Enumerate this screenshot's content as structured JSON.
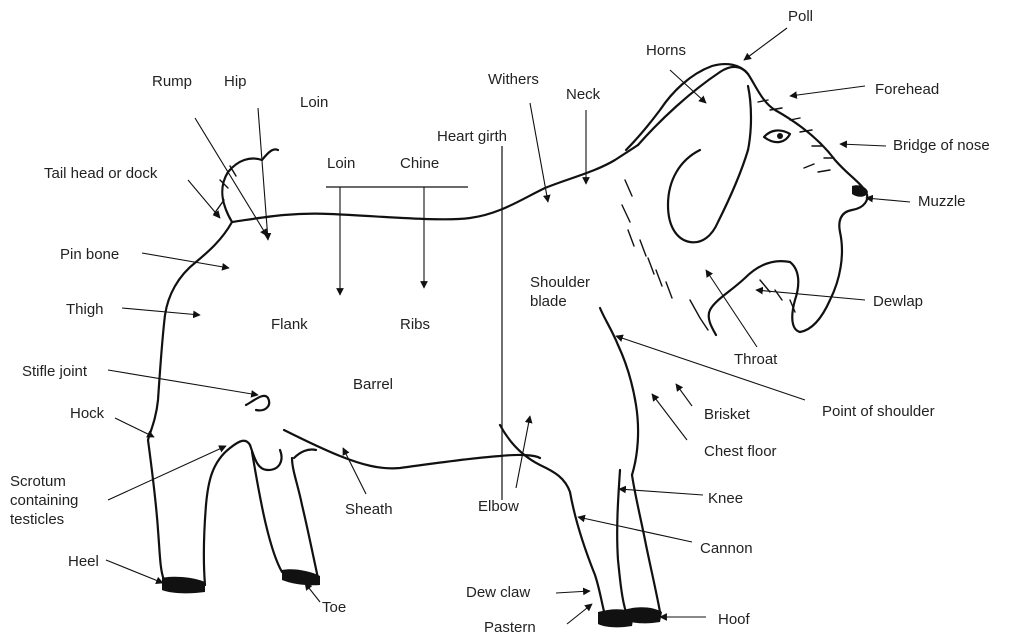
{
  "diagram": {
    "labels": {
      "poll": "Poll",
      "horns": "Horns",
      "forehead": "Forehead",
      "bridge_of_nose": "Bridge of nose",
      "muzzle": "Muzzle",
      "dewlap": "Dewlap",
      "throat": "Throat",
      "point_of_shoulder": "Point of shoulder",
      "brisket": "Brisket",
      "chest_floor": "Chest floor",
      "knee": "Knee",
      "cannon": "Cannon",
      "hoof": "Hoof",
      "pastern": "Pastern",
      "dew_claw": "Dew claw",
      "elbow": "Elbow",
      "sheath": "Sheath",
      "toe": "Toe",
      "heel": "Heel",
      "scrotum_line1": "Scrotum",
      "scrotum_line2": "containing",
      "scrotum_line3": "testicles",
      "hock": "Hock",
      "stifle_joint": "Stifle joint",
      "thigh": "Thigh",
      "pin_bone": "Pin bone",
      "tail_head": "Tail head or dock",
      "rump": "Rump",
      "hip": "Hip",
      "loin_top": "Loin",
      "loin": "Loin",
      "chine": "Chine",
      "heart_girth": "Heart girth",
      "withers": "Withers",
      "neck": "Neck",
      "shoulder_blade_line1": "Shoulder",
      "shoulder_blade_line2": "blade",
      "flank": "Flank",
      "ribs": "Ribs",
      "barrel": "Barrel"
    }
  }
}
